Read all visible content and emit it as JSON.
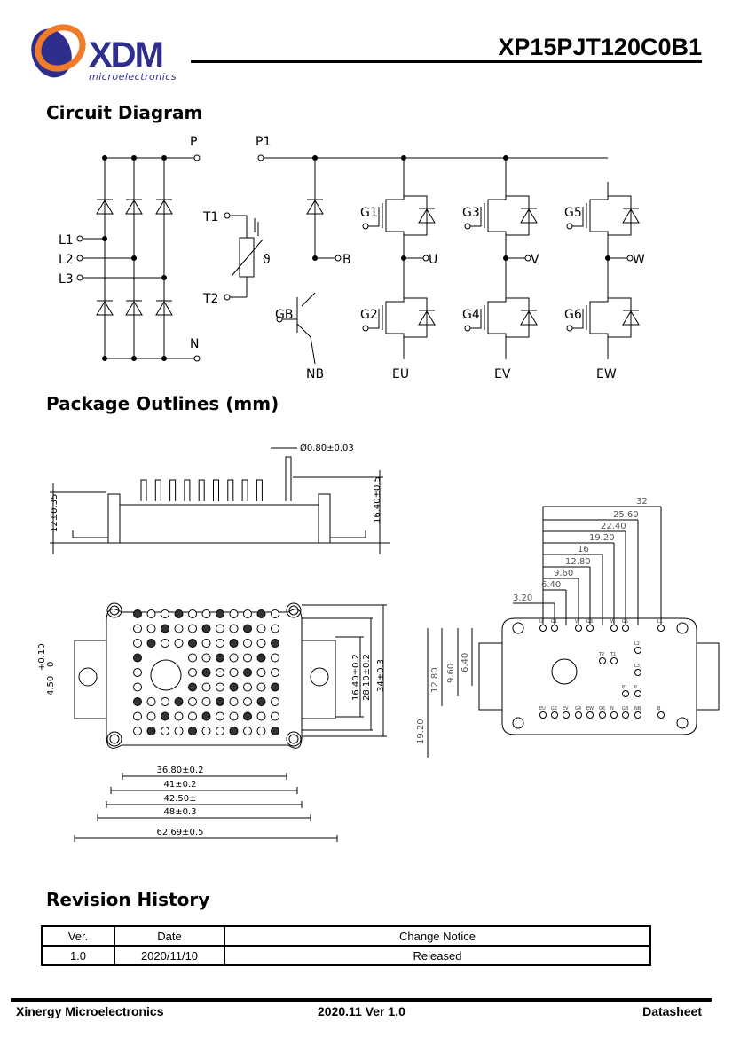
{
  "header": {
    "logo_text": "XDM",
    "logo_subtext": "microelectronics",
    "part_number": "XP15PJT120C0B1",
    "logo_colors": {
      "blue": "#2e2f8c",
      "orange": "#f07c2a"
    }
  },
  "sections": {
    "circuit": "Circuit Diagram",
    "package": "Package Outlines (mm)",
    "revision": "Revision History"
  },
  "circuit": {
    "rectifier": {
      "p": "P",
      "n": "N",
      "l1": "L1",
      "l2": "L2",
      "l3": "L3"
    },
    "thermistor": {
      "t1": "T1",
      "t2": "T2",
      "symbol": "ϑ"
    },
    "brake": {
      "p1": "P1",
      "b": "B",
      "gate": "GB",
      "nb": "NB"
    },
    "inverter": [
      {
        "upper_gate": "G1",
        "lower_gate": "G2",
        "output": "U",
        "emitter": "EU"
      },
      {
        "upper_gate": "G3",
        "lower_gate": "G4",
        "output": "V",
        "emitter": "EV"
      },
      {
        "upper_gate": "G5",
        "lower_gate": "G6",
        "output": "W",
        "emitter": "EW"
      }
    ]
  },
  "package": {
    "side_view": {
      "pin_diameter": "Ø0.80±0.03",
      "height_body": "12±0.35",
      "height_total": "16.40±0.5"
    },
    "top_view": {
      "dims_h": [
        "36.80±0.2",
        "41±0.2",
        "42.50±",
        "48±0.3",
        "62.69±0.5"
      ],
      "dims_v": [
        "16.40±0.2",
        "28.10±0.2",
        "34±0.3"
      ],
      "hole": "4.50",
      "hole_tol_plus": "+0.10",
      "hole_tol_minus": "0"
    },
    "pin_layout": {
      "dims": [
        "32",
        "25.60",
        "22.40",
        "19.20",
        "16",
        "12.80",
        "9.60",
        "6.40",
        "3.20"
      ],
      "dims_v": [
        "19.20",
        "12.80",
        "9.60",
        "6.40"
      ],
      "top_row": [
        "U",
        "G1",
        "V",
        "G3",
        "W",
        "G5",
        "L1"
      ],
      "middle": [
        "L2",
        "T2",
        "T1",
        "L3",
        "P1",
        "P"
      ],
      "bottom_row": [
        "EU",
        "G2",
        "EV",
        "G4",
        "EW",
        "G6",
        "N",
        "GB",
        "NB",
        "B"
      ]
    }
  },
  "revision": {
    "headers": [
      "Ver.",
      "Date",
      "Change Notice"
    ],
    "rows": [
      [
        "1.0",
        "2020/11/10",
        "Released"
      ]
    ]
  },
  "footer": {
    "company": "Xinergy Microelectronics",
    "version": "2020.11 Ver 1.0",
    "doc_type": "Datasheet"
  }
}
